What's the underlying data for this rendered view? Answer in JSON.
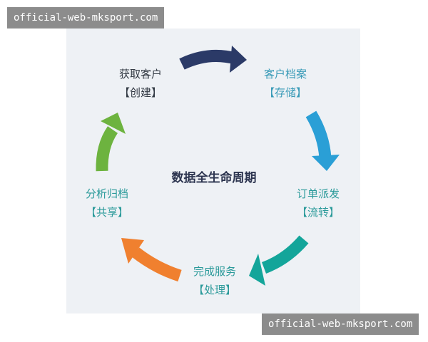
{
  "diagram": {
    "title": "数据全生命周期",
    "stages": [
      {
        "name": "获取客户",
        "tag": "【创建】",
        "color": "#333a44"
      },
      {
        "name": "客户档案",
        "tag": "【存储】",
        "color": "#3a9bb8"
      },
      {
        "name": "订单派发",
        "tag": "【流转】",
        "color": "#2b9a9a"
      },
      {
        "name": "完成服务",
        "tag": "【处理】",
        "color": "#2b9a9a"
      },
      {
        "name": "分析归档",
        "tag": "【共享】",
        "color": "#2b9a9a"
      }
    ],
    "arrow_colors": [
      "#2b3a67",
      "#2a9fd6",
      "#13a59a",
      "#f0802f",
      "#6db33f"
    ]
  },
  "watermarks": [
    "official-web-mksport.com",
    "official-web-mksport.com"
  ]
}
